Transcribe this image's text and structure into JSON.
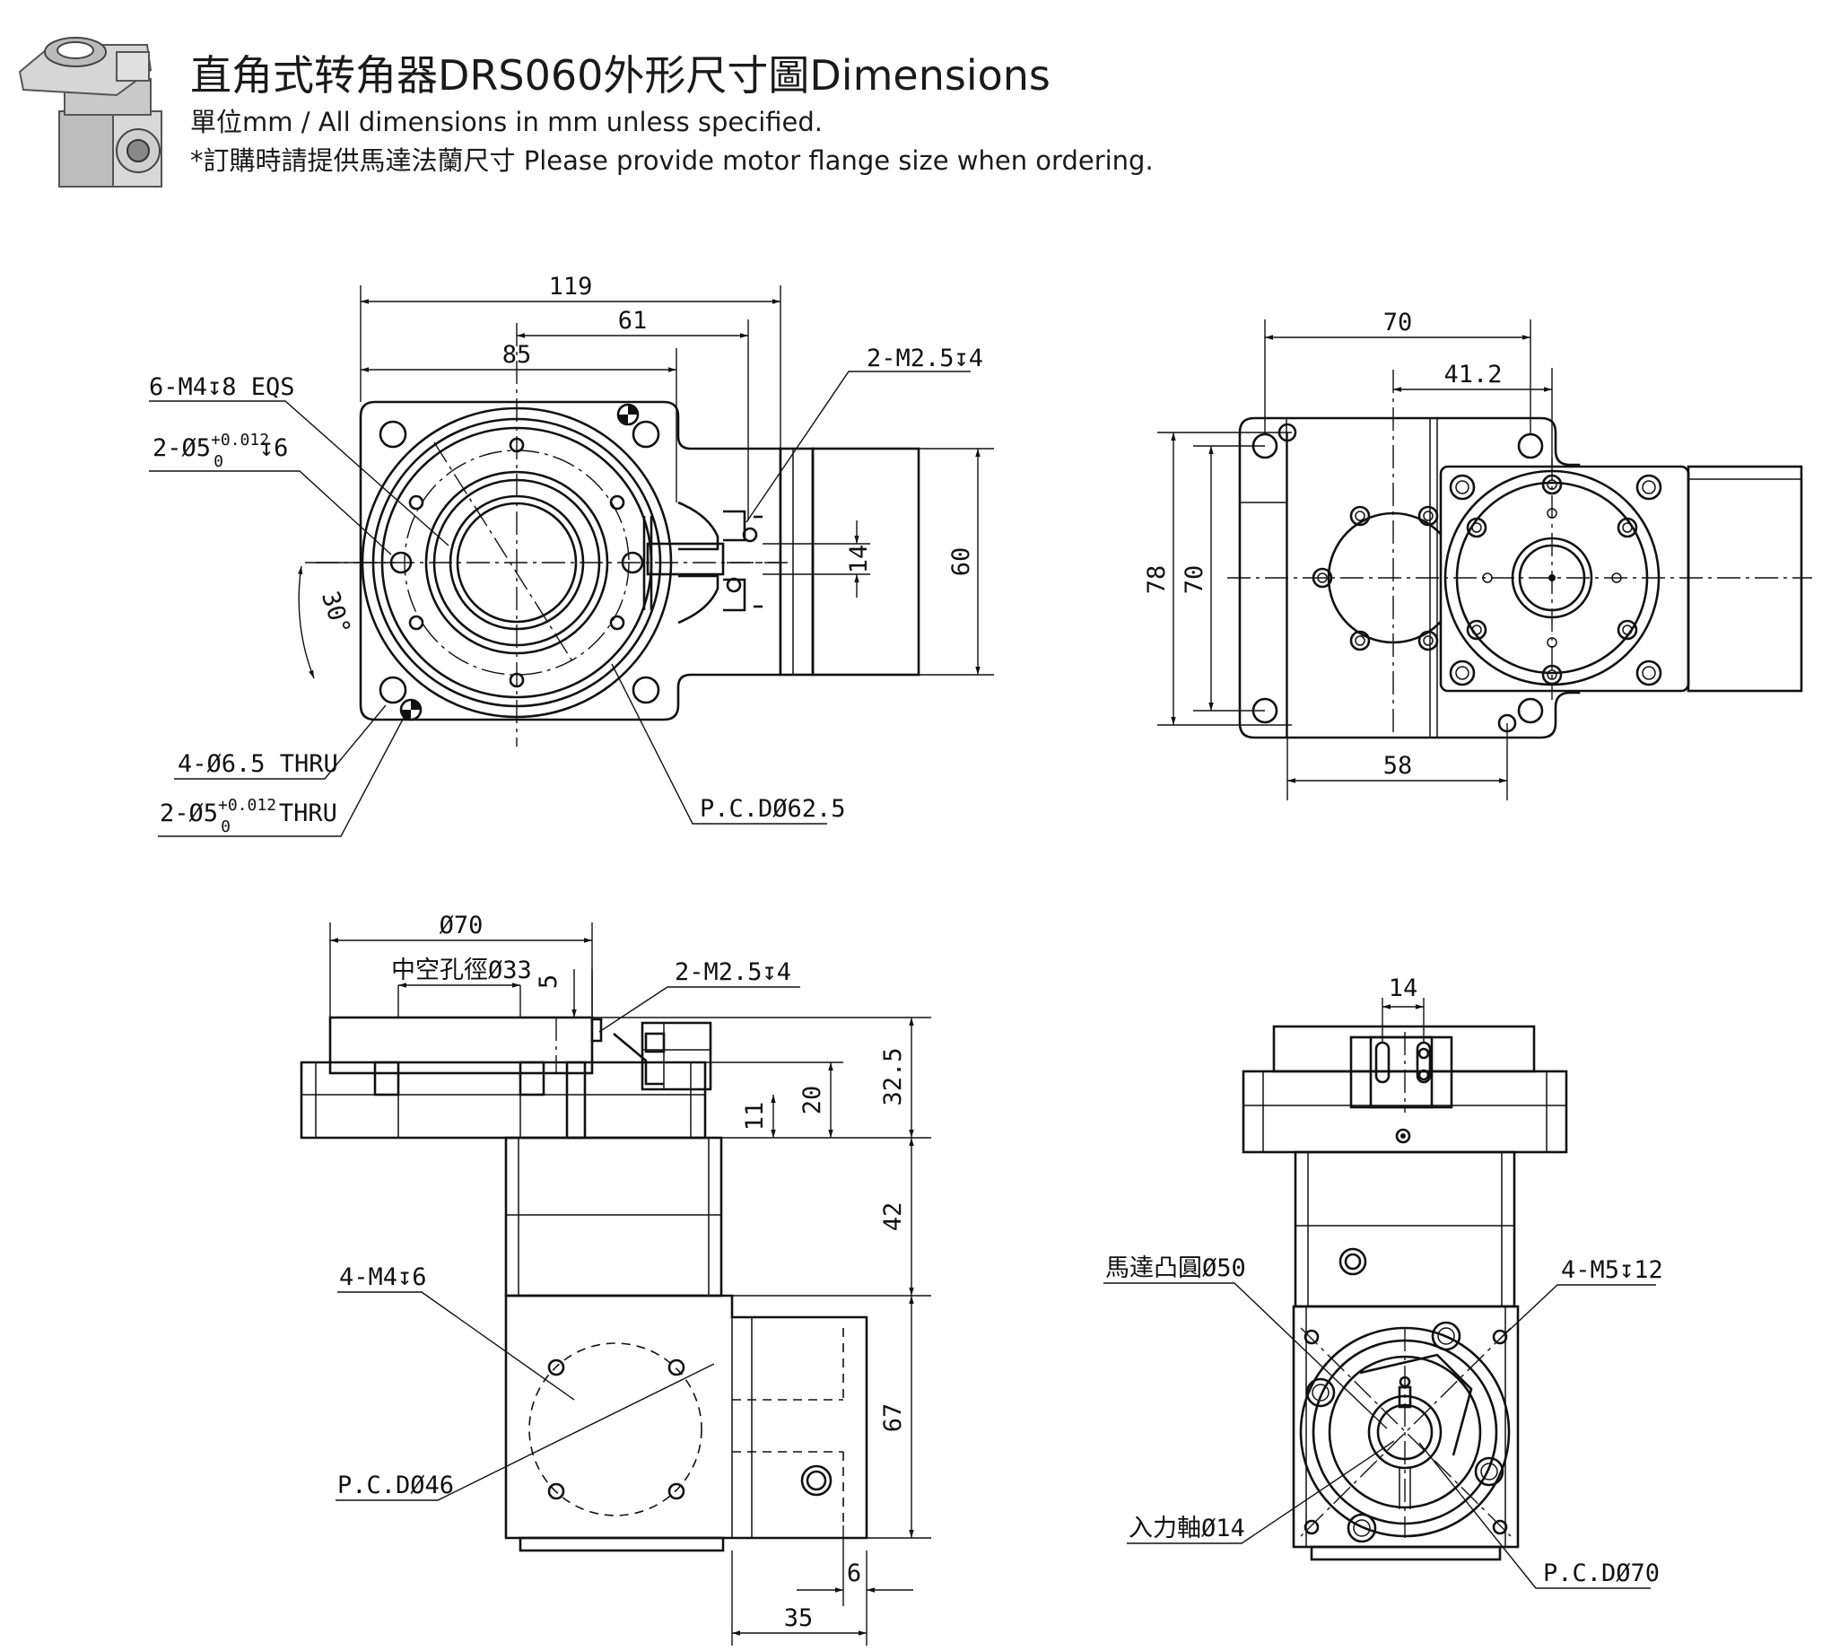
{
  "header": {
    "title": "直角式转角器DRS060外形尺寸圖Dimensions",
    "units_line": "單位mm / All dimensions in mm unless specified.",
    "note_line": "*訂購時請提供馬達法蘭尺寸 Please provide motor flange size when ordering."
  },
  "top_left_view": {
    "dim_119": "119",
    "dim_61": "61",
    "dim_85": "85",
    "dim_14": "14",
    "dim_60": "60",
    "angle_30": "30°",
    "callout_m4": "6-M4↧8 EQS",
    "callout_pin_top": "2-Ø5",
    "callout_pin_top_tol_upper": "+0.012",
    "callout_pin_top_tol_lower": "0",
    "callout_pin_top_suffix": "↧6",
    "callout_m25": "2-M2.5↧4",
    "callout_thru": "4-Ø6.5 THRU",
    "callout_pin_thru": "2-Ø5",
    "callout_pin_thru_tol_upper": "+0.012",
    "callout_pin_thru_tol_lower": "0",
    "callout_pin_thru_suffix": "THRU",
    "callout_pcd": "P.C.DØ62.5"
  },
  "top_right_view": {
    "dim_70_top": "70",
    "dim_41_2": "41.2",
    "dim_78": "78",
    "dim_70_side": "70",
    "dim_58": "58"
  },
  "bottom_left_view": {
    "dim_dia70": "Ø70",
    "callout_hollow": "中空孔徑Ø33",
    "dim_5": "5",
    "callout_m25": "2-M2.5↧4",
    "dim_32_5": "32.5",
    "dim_20": "20",
    "dim_11": "11",
    "dim_42": "42",
    "callout_m4": "4-M4↧6",
    "dim_67": "67",
    "callout_pcd": "P.C.DØ46",
    "dim_6": "6",
    "dim_35": "35"
  },
  "bottom_right_view": {
    "dim_14": "14",
    "callout_boss": "馬達凸圓Ø50",
    "callout_m5": "4-M5↧12",
    "callout_shaft": "入力軸Ø14",
    "callout_pcd": "P.C.DØ70"
  }
}
